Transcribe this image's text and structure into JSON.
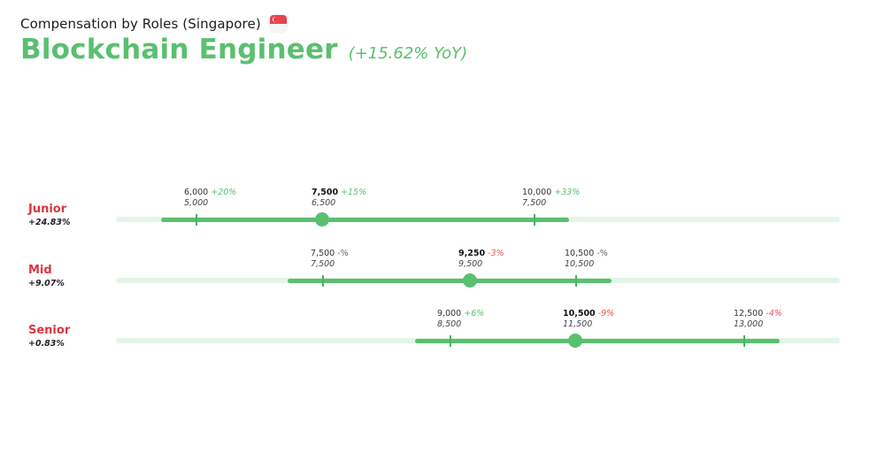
{
  "header": {
    "subtitle": "Compensation by Roles (Singapore)",
    "flag_icon": "singapore-flag-icon",
    "title": "Blockchain Engineer",
    "yoy": "(+15.62% YoY)"
  },
  "colors": {
    "accent_green": "#5ac06f",
    "track_light": "#e3f5e8",
    "role_red": "#d9363e",
    "negative_red": "#e0555b"
  },
  "rows": [
    {
      "role": "Junior",
      "change": "+24.83%",
      "low": {
        "value": "6,000",
        "delta": "+20%",
        "delta_type": "pos",
        "prev": "5,000"
      },
      "median": {
        "value": "7,500",
        "delta": "+15%",
        "delta_type": "pos",
        "prev": "6,500"
      },
      "high": {
        "value": "10,000",
        "delta": "+33%",
        "delta_type": "pos",
        "prev": "7,500"
      }
    },
    {
      "role": "Mid",
      "change": "+9.07%",
      "low": {
        "value": "7,500",
        "delta": "-%",
        "delta_type": "neu",
        "prev": "7,500"
      },
      "median": {
        "value": "9,250",
        "delta": "-3%",
        "delta_type": "neg",
        "prev": "9,500"
      },
      "high": {
        "value": "10,500",
        "delta": "-%",
        "delta_type": "neu",
        "prev": "10,500"
      }
    },
    {
      "role": "Senior",
      "change": "+0.83%",
      "low": {
        "value": "9,000",
        "delta": "+6%",
        "delta_type": "pos",
        "prev": "8,500"
      },
      "median": {
        "value": "10,500",
        "delta": "-9%",
        "delta_type": "neg",
        "prev": "11,500"
      },
      "high": {
        "value": "12,500",
        "delta": "-4%",
        "delta_type": "neg",
        "prev": "13,000"
      }
    }
  ],
  "chart_data": {
    "type": "range",
    "title": "Blockchain Engineer",
    "subtitle": "Compensation by Roles (Singapore)",
    "annotation": "+15.62% YoY",
    "categories": [
      "Junior",
      "Mid",
      "Senior"
    ],
    "category_change": [
      "+24.83%",
      "+9.07%",
      "+0.83%"
    ],
    "series": [
      {
        "name": "low (current)",
        "values": [
          6000,
          7500,
          9000
        ]
      },
      {
        "name": "median (current)",
        "values": [
          7500,
          9250,
          10500
        ]
      },
      {
        "name": "high (current)",
        "values": [
          10000,
          10500,
          12500
        ]
      },
      {
        "name": "low (previous)",
        "values": [
          5000,
          7500,
          8500
        ]
      },
      {
        "name": "median (previous)",
        "values": [
          6500,
          9500,
          11500
        ]
      },
      {
        "name": "high (previous)",
        "values": [
          7500,
          10500,
          13000
        ]
      },
      {
        "name": "low change",
        "values": [
          "+20%",
          "-%",
          "+6%"
        ]
      },
      {
        "name": "median change",
        "values": [
          "+15%",
          "-3%",
          "-9%"
        ]
      },
      {
        "name": "high change",
        "values": [
          "+33%",
          "-%",
          "-4%"
        ]
      }
    ],
    "xlabel": "",
    "ylabel": "",
    "grid": false
  }
}
